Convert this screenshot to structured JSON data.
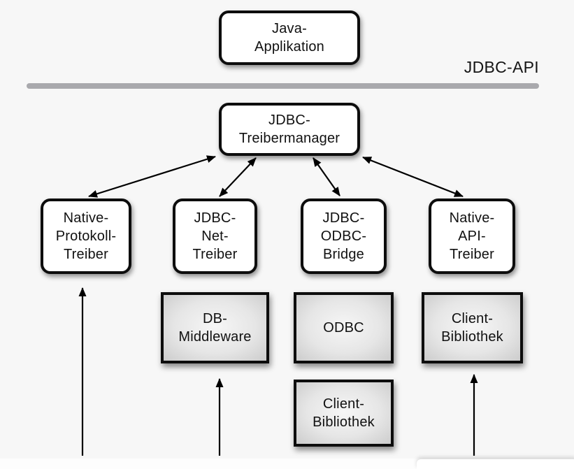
{
  "diagram": {
    "api_label": "JDBC-API",
    "nodes": {
      "java_app": "Java-\nApplikation",
      "treibermanager": "JDBC-\nTreibermanager",
      "native_protokoll_treiber": "Native-\nProtokoll-\nTreiber",
      "jdbc_net_treiber": "JDBC-\nNet-\nTreiber",
      "jdbc_odbc_bridge": "JDBC-\nODBC-\nBridge",
      "native_api_treiber": "Native-\nAPI-\nTreiber",
      "db_middleware": "DB-\nMiddleware",
      "odbc": "ODBC",
      "client_bibliothek_mid": "Client-\nBibliothek",
      "client_bibliothek_right": "Client-\nBibliothek"
    },
    "edges": [
      {
        "from": "treibermanager",
        "to": "native_protokoll_treiber",
        "bidirectional": true
      },
      {
        "from": "treibermanager",
        "to": "jdbc_net_treiber",
        "bidirectional": true
      },
      {
        "from": "treibermanager",
        "to": "jdbc_odbc_bridge",
        "bidirectional": true
      },
      {
        "from": "treibermanager",
        "to": "native_api_treiber",
        "bidirectional": true
      },
      {
        "from": "offscreen-bottom",
        "to": "native_protokoll_treiber",
        "bidirectional": false
      },
      {
        "from": "offscreen-bottom",
        "to": "db_middleware",
        "bidirectional": false
      },
      {
        "from": "offscreen-bottom",
        "to": "client_bibliothek_right",
        "bidirectional": false
      }
    ],
    "colors": {
      "background": "#f7f7f7",
      "separator_line": "#a9a9ad",
      "node_border": "#0d0d0d",
      "white_node_fill": "#ffffff",
      "gray_node_fill_center": "#f6f6f6",
      "gray_node_fill_edge": "#cccccc",
      "arrow": "#000000"
    }
  }
}
